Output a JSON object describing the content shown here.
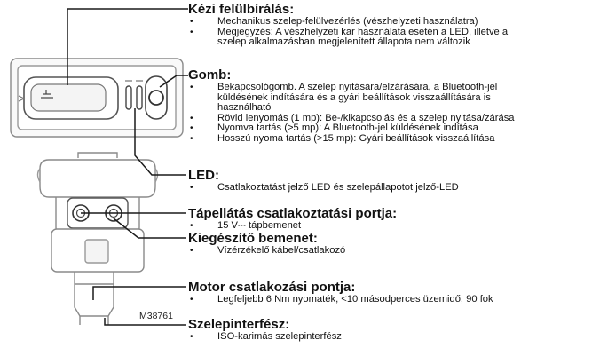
{
  "figure_code": "M38761",
  "sections": [
    {
      "title": "Kézi felülbírálás:",
      "items": [
        "Mechanikus szelep-felülvezérlés (vészhelyzeti használatra)",
        "Megjegyzés: A vészhelyzeti kar használata esetén a LED, illetve a",
        "szelep alkalmazásban megjelenített állapota nem változik"
      ]
    },
    {
      "title": "Gomb:",
      "items": [
        "Bekapcsológomb. A szelep nyitására/elzárására, a Bluetooth-jel",
        "küldésének indítására és a gyári beállítások visszaállítására is",
        "használható",
        "Rövid lenyomás (1 mp): Be-/kikapcsolás és a szelep nyitása/zárása",
        "Nyomva tartás (>5 mp): A Bluetooth-jel küldésének indítása",
        "Hosszú nyoma tartás (>15 mp): Gyári beállítások visszaállítása"
      ]
    },
    {
      "title": "LED:",
      "items": [
        "Csatlakoztatást jelző LED és szelepállapotot jelző-LED"
      ]
    },
    {
      "title": "Tápellátás csatlakoztatási portja:",
      "items": [
        "15 V⎓ tápbemenet"
      ]
    },
    {
      "title": "Kiegészítő bemenet:",
      "items": [
        "Vízérzékelő kábel/csatlakozó"
      ]
    },
    {
      "title": "Motor csatlakozási pontja:",
      "items": [
        "Legfeljebb 6 Nm nyomaték, <10 másodperces üzemidő, 90 fok"
      ]
    },
    {
      "title": "Szelepinterfész:",
      "items": [
        "ISO-karimás szelepinterfész"
      ]
    }
  ]
}
